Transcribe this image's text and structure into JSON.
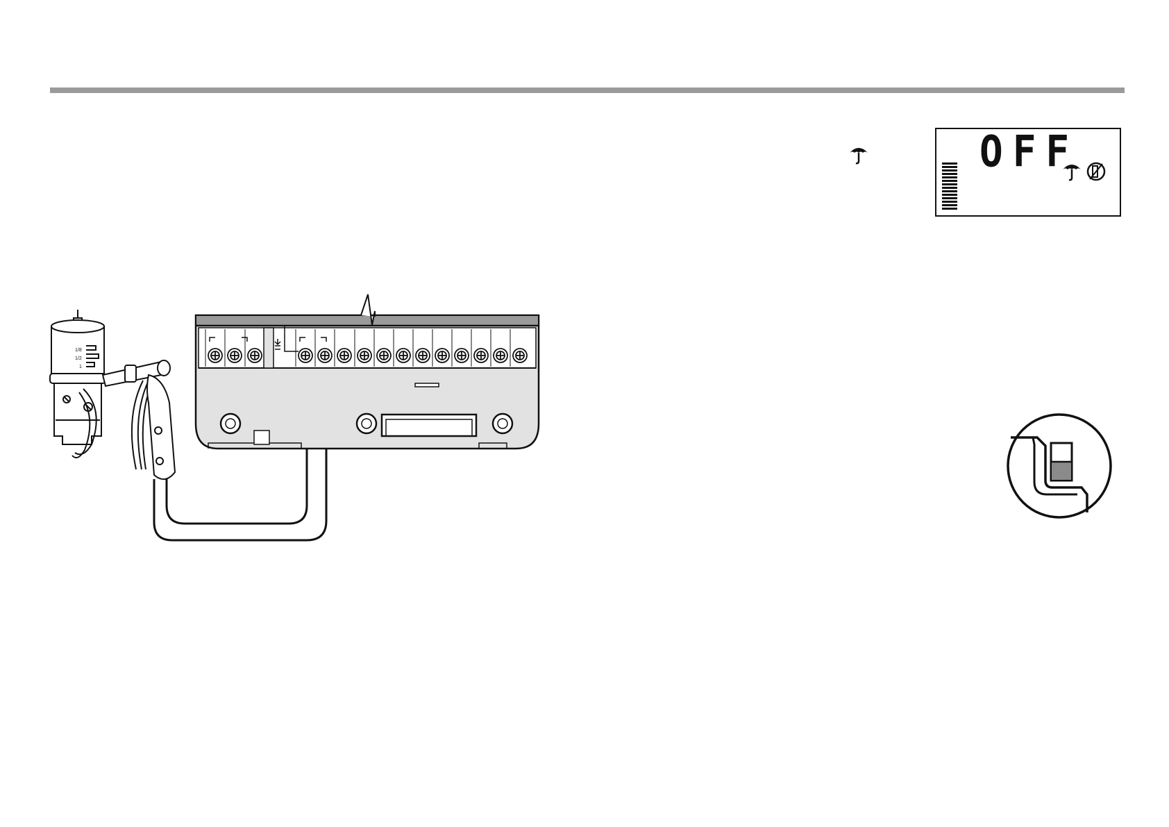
{
  "lcd": {
    "display_text": "OFF",
    "battery_segments": 14
  },
  "valve": {
    "labels": [
      "1/8",
      "1/2",
      "1"
    ]
  },
  "icons": [
    "umbrella-icon",
    "rain-sensor-bypass-icon",
    "slide-switch-icon"
  ],
  "colors": {
    "rule": "#9a9a9a",
    "line": "#111111",
    "panel": "#e2e2e2",
    "switch_fill": "#8a8a8a"
  }
}
